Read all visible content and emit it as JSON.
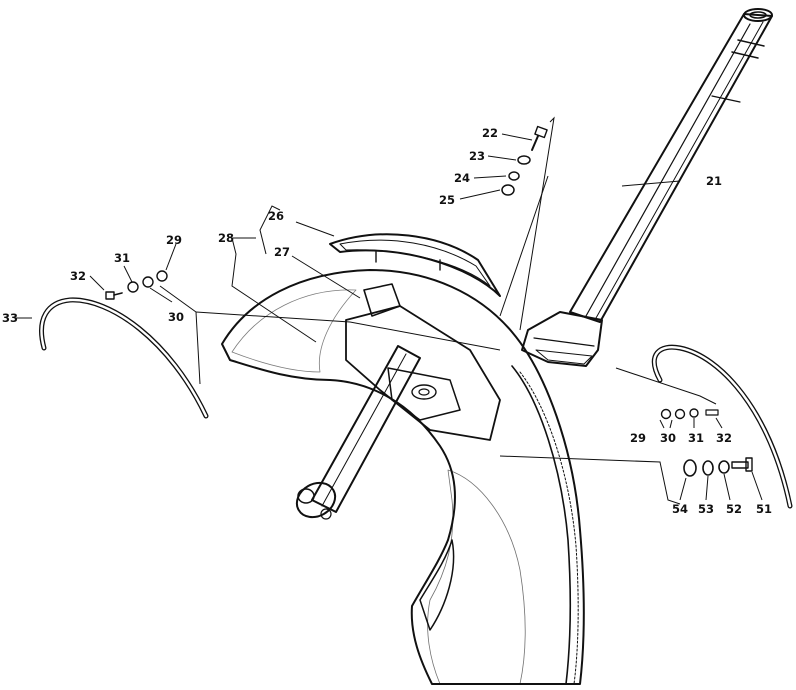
{
  "diagram": {
    "callouts": {
      "c21": "21",
      "c22": "22",
      "c23": "23",
      "c24": "24",
      "c25": "25",
      "c26": "26",
      "c27": "27",
      "c28": "28",
      "c29a": "29",
      "c30a": "30",
      "c31a": "31",
      "c32a": "32",
      "c33": "33",
      "c29b": "29",
      "c30b": "30",
      "c31b": "31",
      "c32b": "32",
      "c51": "51",
      "c52": "52",
      "c53": "53",
      "c54": "54"
    },
    "colors": {
      "ink": "#111111",
      "paper": "#ffffff"
    }
  }
}
